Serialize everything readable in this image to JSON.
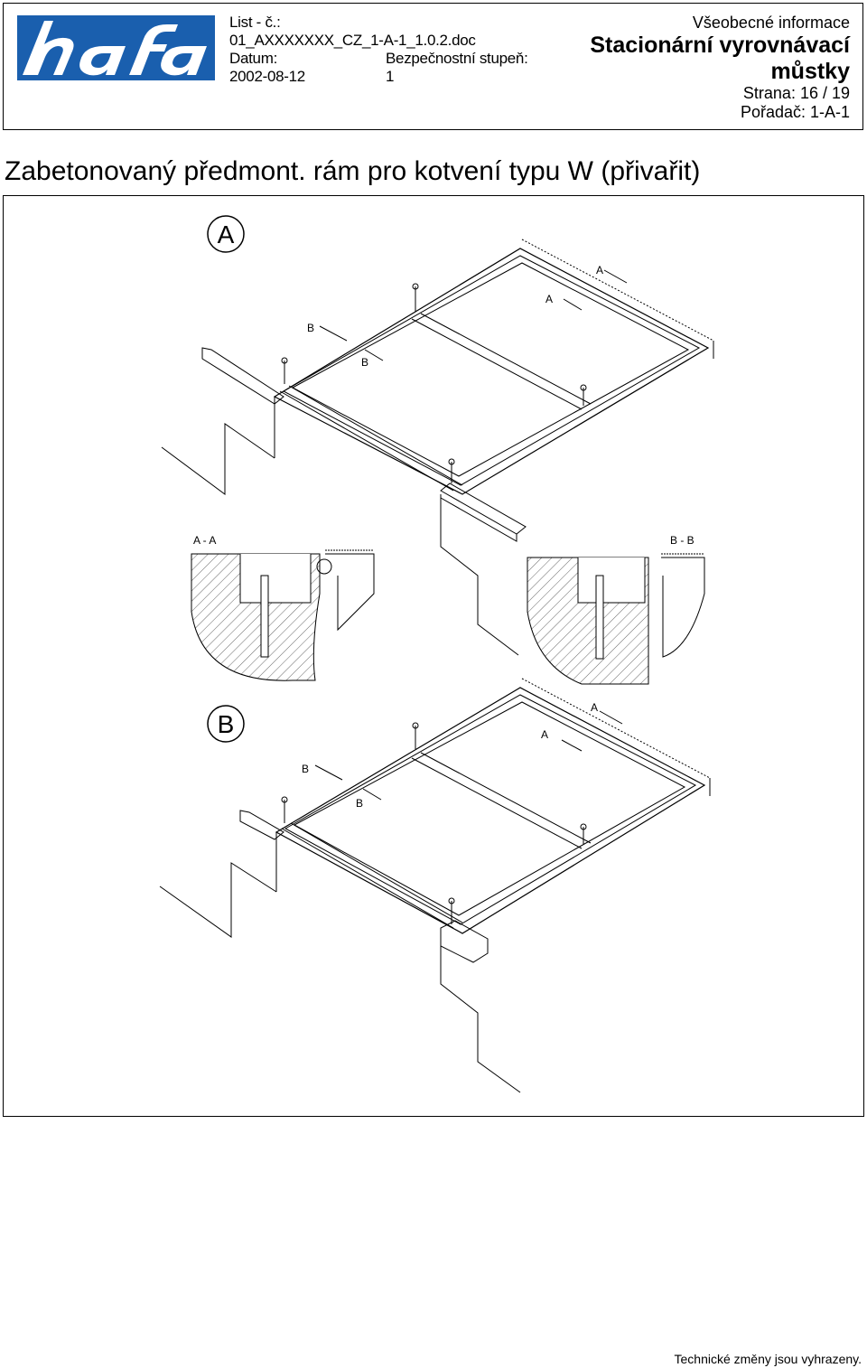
{
  "header": {
    "logo_text": "hafa",
    "sheet_label": "List - č.:",
    "sheet_number": "01_AXXXXXXX_CZ_1-A-1_1.0.2.doc",
    "date_label": "Datum:",
    "date_value": "2002-08-12",
    "safety_label": "Bezpečnostní stupeň:",
    "safety_value": "1",
    "category": "Všeobecné informace",
    "title_line1": "Stacionární vyrovnávací",
    "title_line2": "můstky",
    "page": "Strana: 16 / 19",
    "binder": "Pořadač: 1-A-1"
  },
  "heading": "Zabetonovaný předmont. rám pro kotvení typu W (přivařit)",
  "drawing": {
    "view_a_label": "A",
    "view_b_label": "B",
    "section_a_label": "A - A",
    "section_b_label": "B - B",
    "cut_a": "A",
    "cut_b": "B"
  },
  "footer": {
    "note": "Technické změny jsou vyhrazeny."
  }
}
